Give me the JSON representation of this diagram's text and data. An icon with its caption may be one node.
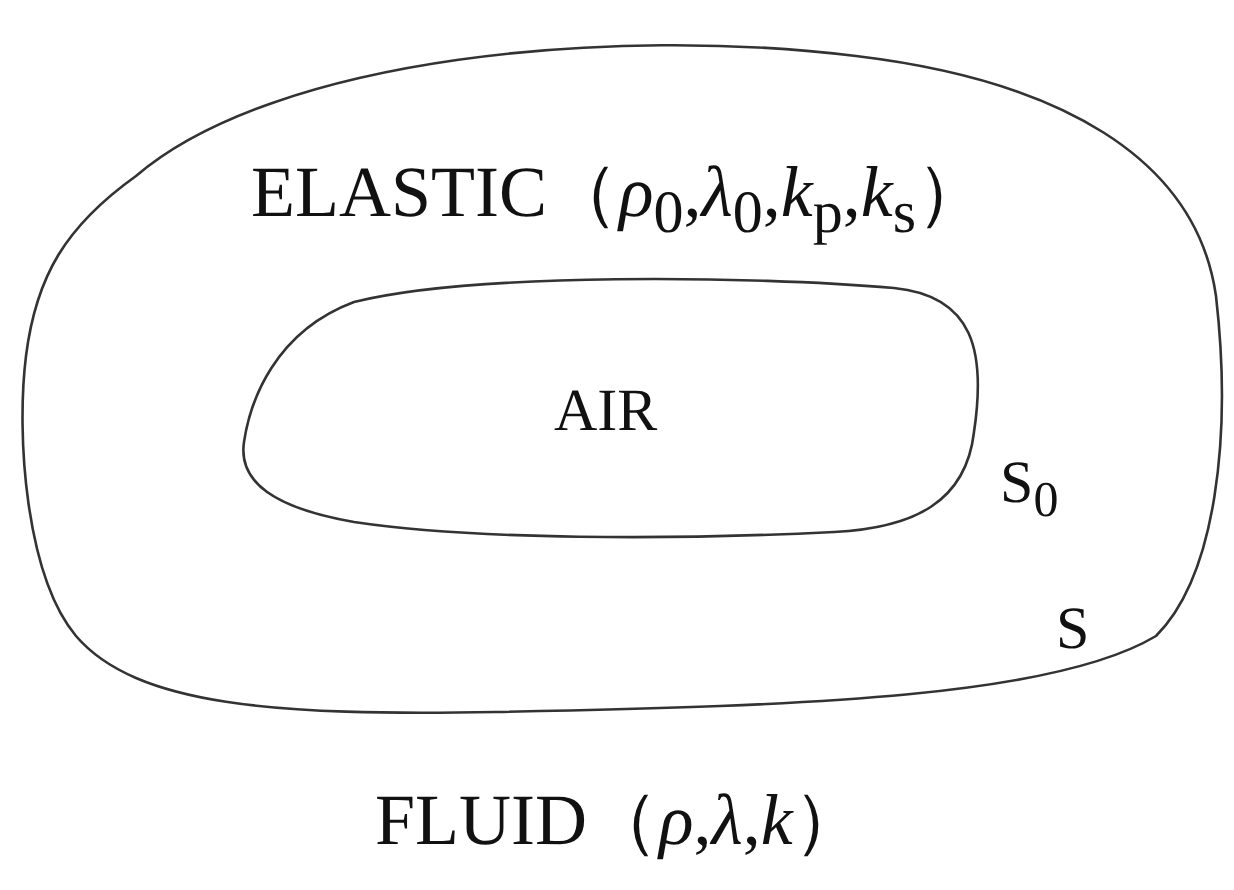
{
  "diagram": {
    "nodes": [
      {
        "text": [
          "ELASTIC（*ρ*$_{0}$,*λ*$_{0}$,*k*$_{p}$,*k*$_{s}$）"
        ],
        "beside": [
          "S"
        ]
      },
      {
        "text": [
          "AIR"
        ],
        "in": 0,
        "beside": [
          "S$_{0}$"
        ]
      }
    ],
    "labels": [
      "FLUID（*ρ*,*λ*,*k*）"
    ]
  }
}
